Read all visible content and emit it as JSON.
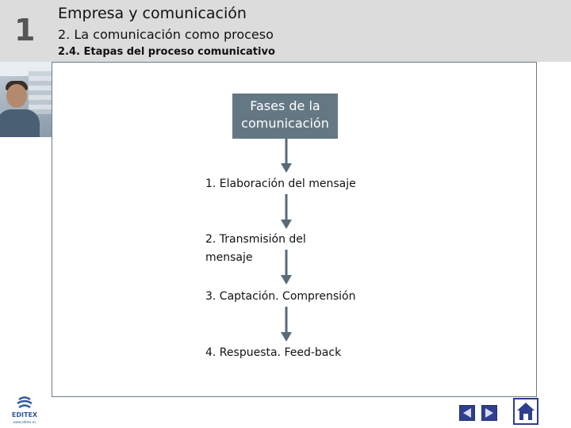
{
  "header": {
    "chapter_number": "1",
    "title": "Empresa y comunicación",
    "subtitle": "2. La comunicación como proceso",
    "section": "2.4. Etapas del proceso comunicativo"
  },
  "diagram": {
    "top_box_line1": "Fases de la",
    "top_box_line2": "comunicación",
    "steps": [
      {
        "num": "1.",
        "text": " Elaboración del mensaje"
      },
      {
        "num": "2.",
        "text": " Transmisión del"
      },
      {
        "num": "",
        "text": "mensaje"
      },
      {
        "num": "3.",
        "text": " Captación. Comprensión"
      },
      {
        "num": "4.",
        "text": " Respuesta. Feed-back"
      }
    ]
  },
  "footer": {
    "logo_text": "EDITEX",
    "logo_url": "www.editex.es",
    "icons": [
      "previous-arrow-icon",
      "next-arrow-icon",
      "home-icon"
    ]
  },
  "colors": {
    "header_bg": "#dcdcdc",
    "box_bg": "#647884",
    "arrow": "#5a6a76",
    "nav": "#2f3e8e"
  }
}
